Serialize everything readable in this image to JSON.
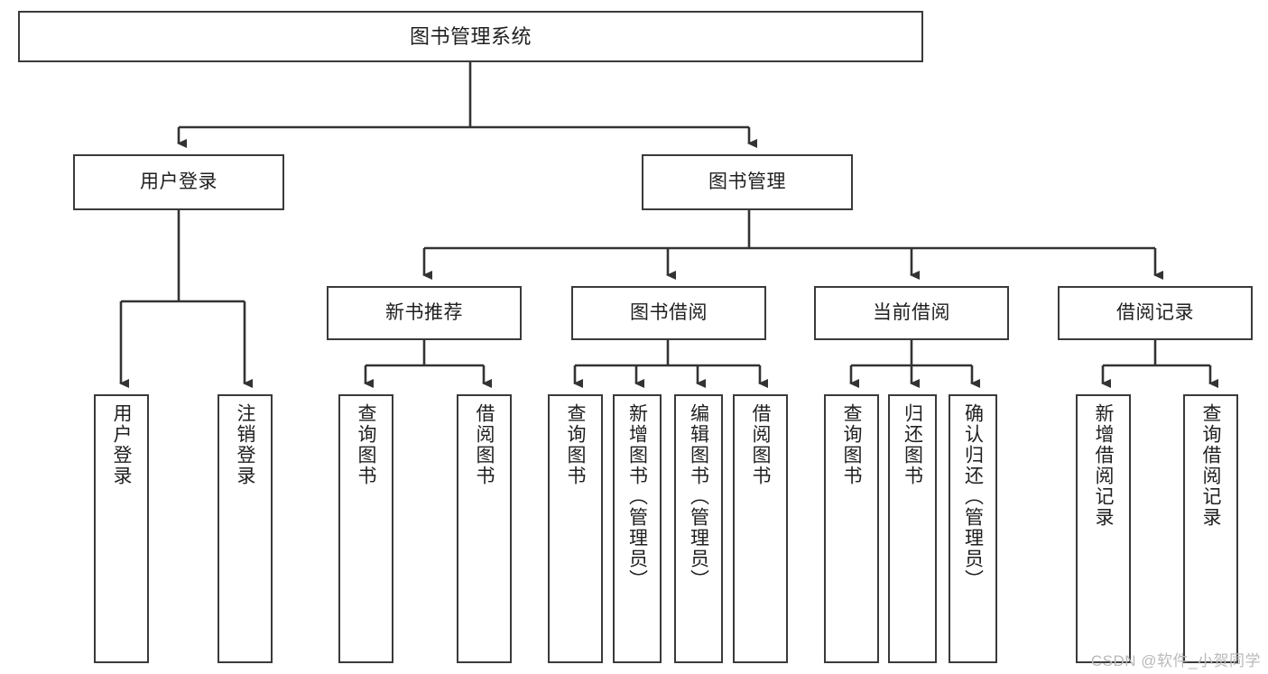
{
  "diagram": {
    "title": "图书管理系统",
    "type": "tree-hierarchy",
    "orientation": "top-down",
    "colors": {
      "box_border": "#3a3a3a",
      "box_fill": "#ffffff",
      "connector": "#333333",
      "text": "#1f1f1f",
      "watermark": "#b9b9b9",
      "background": "#ffffff"
    },
    "root": {
      "label": "图书管理系统"
    },
    "level2": [
      {
        "label": "用户登录"
      },
      {
        "label": "图书管理"
      }
    ],
    "level3": [
      {
        "label": "新书推荐"
      },
      {
        "label": "图书借阅"
      },
      {
        "label": "当前借阅"
      },
      {
        "label": "借阅记录"
      }
    ],
    "leaves": {
      "user_login": [
        {
          "label": "用户登录"
        },
        {
          "label": "注销登录"
        }
      ],
      "new_book_recommend": [
        {
          "label": "查询图书"
        },
        {
          "label": "借阅图书"
        }
      ],
      "book_borrow": [
        {
          "label": "查询图书"
        },
        {
          "label": "新增图书（管理员）"
        },
        {
          "label": "编辑图书（管理员）"
        },
        {
          "label": "借阅图书"
        }
      ],
      "current_borrow": [
        {
          "label": "查询图书"
        },
        {
          "label": "归还图书"
        },
        {
          "label": "确认归还（管理员）"
        }
      ],
      "borrow_record": [
        {
          "label": "新增借阅记录"
        },
        {
          "label": "查询借阅记录"
        }
      ]
    }
  },
  "watermark": {
    "text": "CSDN @软件_小贺同学"
  }
}
